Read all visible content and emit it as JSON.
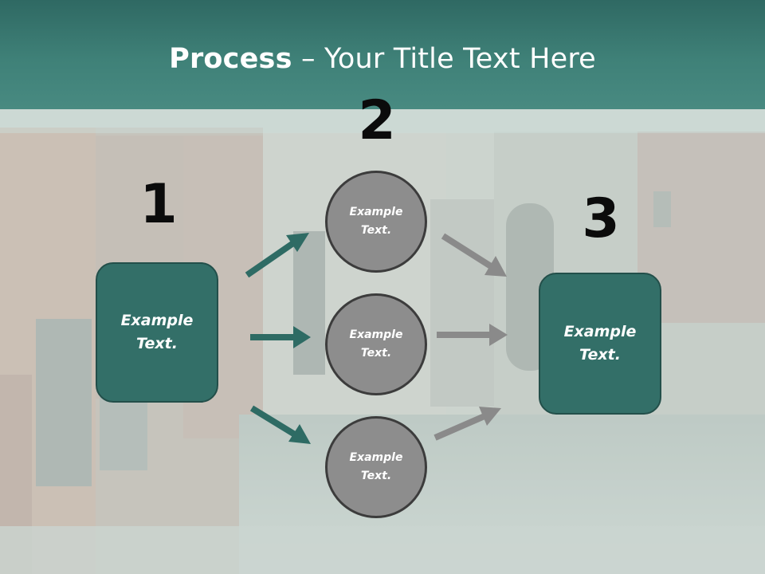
{
  "header": {
    "title_bold": "Process",
    "title_rest": " – Your Title Text Here"
  },
  "steps": {
    "one": {
      "number": "1",
      "label": "Example Text."
    },
    "two": {
      "number": "2"
    },
    "three": {
      "number": "3",
      "label": "Example Text."
    }
  },
  "circles": [
    {
      "label": "Example Text."
    },
    {
      "label": "Example Text."
    },
    {
      "label": "Example Text."
    }
  ],
  "colors": {
    "header": "#3f8178",
    "box_fill": "#336f68",
    "circle_fill": "#8d8d8d",
    "arrow_teal": "#2e6b64",
    "arrow_grey": "#8a8a8a"
  }
}
